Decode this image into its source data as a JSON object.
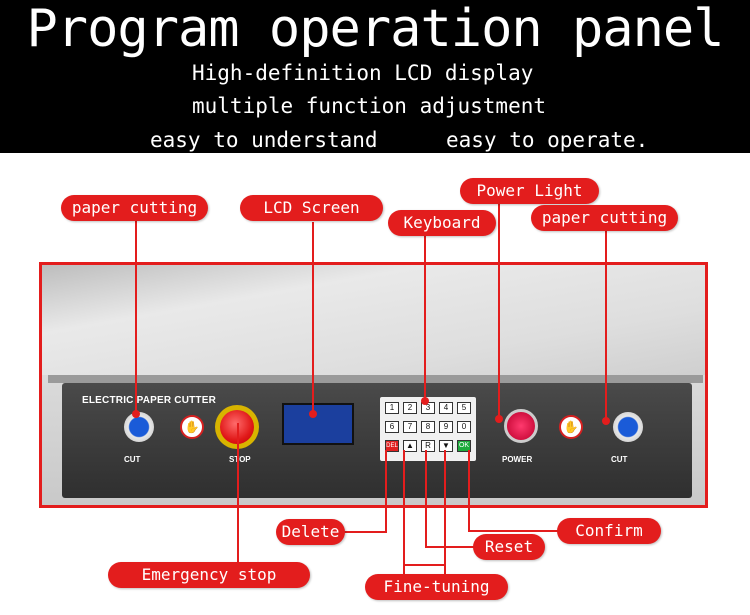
{
  "header": {
    "title": "Program operation panel",
    "subtitle_1": "High-definition LCD display",
    "subtitle_2": "multiple function adjustment",
    "subtitle_3a": "easy to understand",
    "subtitle_3b": "easy to operate."
  },
  "panel": {
    "brand": "ELECTRIC PAPER CUTTER",
    "cut_left": "CUT",
    "stop": "STOP",
    "power": "POWER",
    "cut_right": "CUT",
    "keys": [
      "1",
      "2",
      "3",
      "4",
      "5",
      "6",
      "7",
      "8",
      "9",
      "0",
      "DEL",
      "▲",
      "R",
      "▼",
      "OK"
    ]
  },
  "callouts": {
    "paper_cutting_left": "paper cutting",
    "lcd_screen": "LCD Screen",
    "keyboard": "Keyboard",
    "power_light": "Power Light",
    "paper_cutting_right": "paper cutting",
    "delete": "Delete",
    "confirm": "Confirm",
    "reset": "Reset",
    "emergency_stop": "Emergency stop",
    "fine_tuning": "Fine-tuning"
  },
  "colors": {
    "accent": "#e31d1d",
    "header_bg": "#000000"
  }
}
